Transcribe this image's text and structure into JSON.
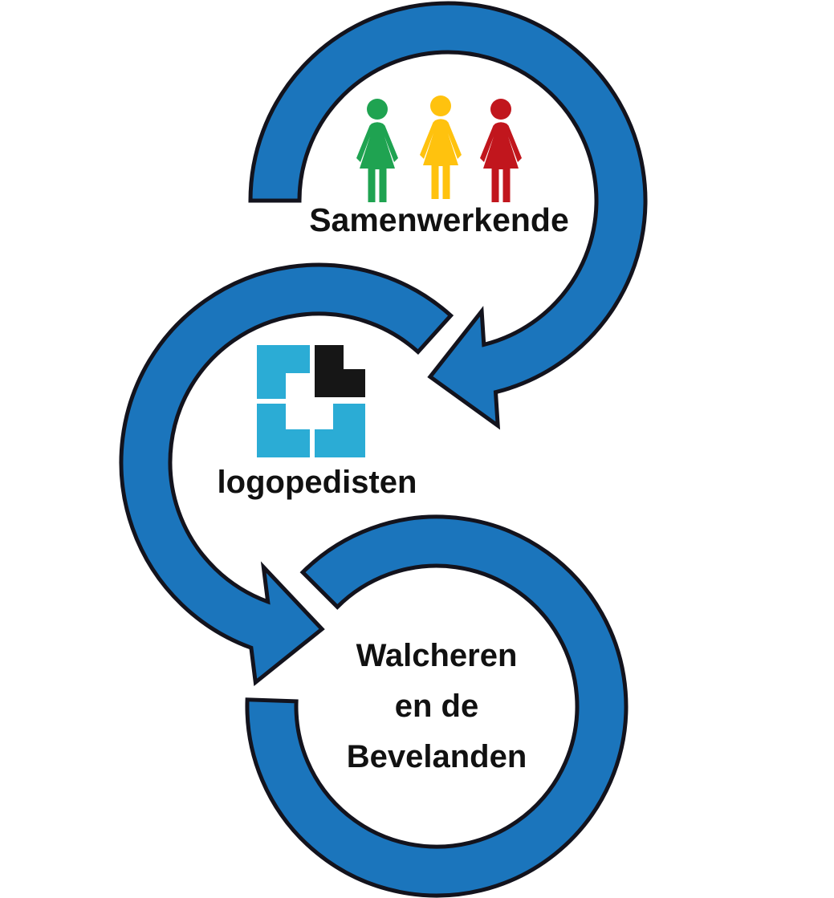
{
  "colors": {
    "background": "#FFFFFF",
    "ring_blue": "#1B75BC",
    "outline": "#13131D",
    "person_green": "#1FA351",
    "person_yellow": "#FFC20E",
    "person_red": "#C1161D",
    "logo_cyan": "#2BACD5",
    "logo_black": "#161616",
    "text": "#111111"
  },
  "labels": {
    "top_circle": "Samenwerkende",
    "middle_circle": "logopedisten",
    "bottom_circle": {
      "line1": "Walcheren",
      "line2": "en de",
      "line3": "Bevelanden"
    }
  },
  "icons": {
    "people": "three-women-pictogram",
    "people_colors_order": [
      "green",
      "yellow",
      "red"
    ],
    "logo": "logopedie-practice-logo"
  }
}
